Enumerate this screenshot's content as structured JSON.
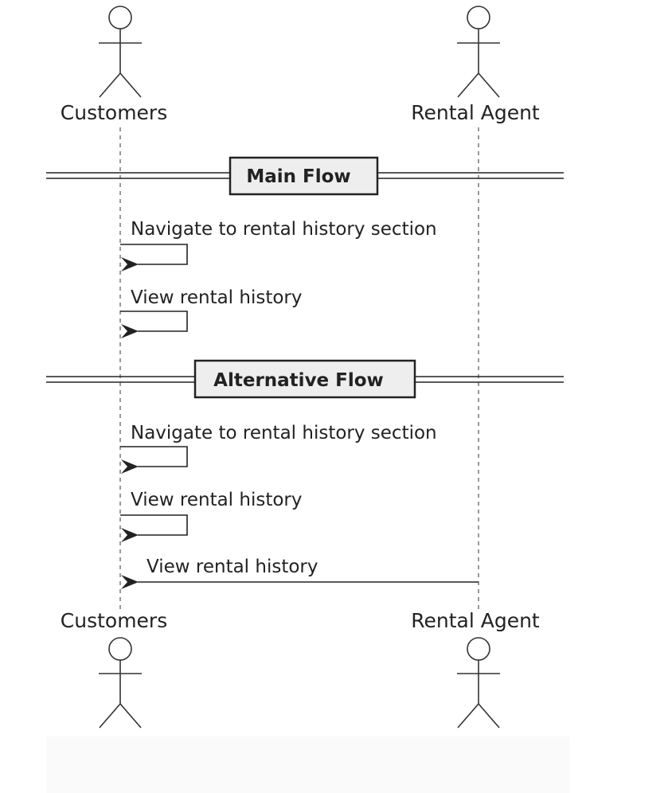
{
  "participants": [
    {
      "id": "customers",
      "label": "Customers",
      "kind": "actor"
    },
    {
      "id": "rental_agent",
      "label": "Rental Agent",
      "kind": "actor"
    }
  ],
  "sections": [
    {
      "title": "Main Flow",
      "messages": [
        {
          "from": "customers",
          "to": "customers",
          "label": "Navigate to rental history section",
          "self": true
        },
        {
          "from": "customers",
          "to": "customers",
          "label": "View rental history",
          "self": true
        }
      ]
    },
    {
      "title": "Alternative Flow",
      "messages": [
        {
          "from": "customers",
          "to": "customers",
          "label": "Navigate to rental history section",
          "self": true
        },
        {
          "from": "customers",
          "to": "customers",
          "label": "View rental history",
          "self": true
        },
        {
          "from": "rental_agent",
          "to": "customers",
          "label": "View rental history",
          "self": false
        }
      ]
    }
  ],
  "colors": {
    "line": "#222222",
    "actor": "#333333",
    "lifeline": "#555555",
    "divider_fill": "#eeeeee",
    "text": "#222222"
  }
}
